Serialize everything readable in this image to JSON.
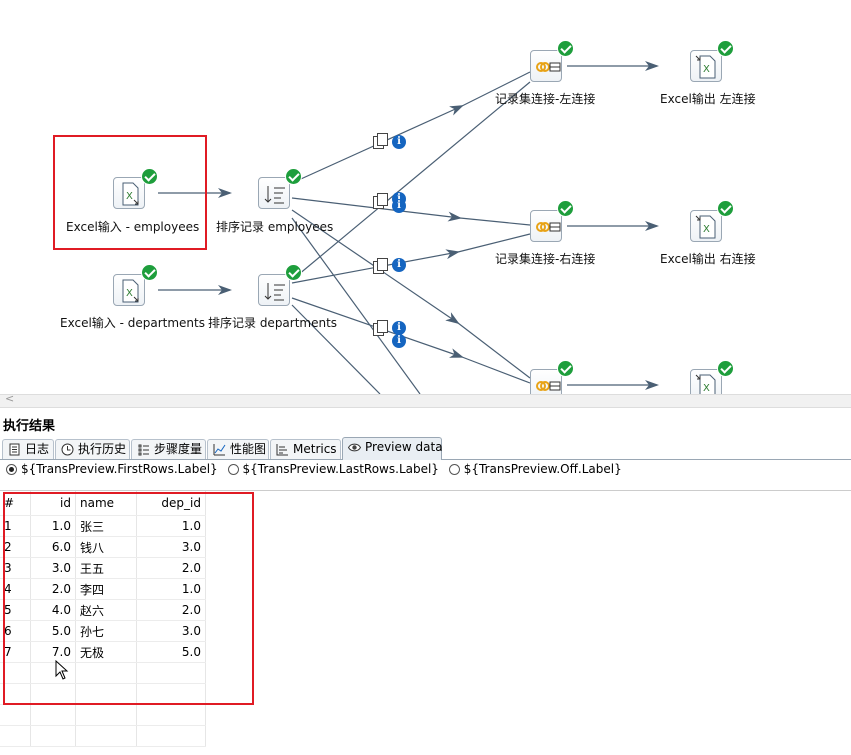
{
  "canvas": {
    "steps": [
      {
        "id": "excel-in-emp",
        "label": "Excel输入 - employees",
        "kind": "excel-in"
      },
      {
        "id": "excel-in-dep",
        "label": "Excel输入 - departments",
        "kind": "excel-in"
      },
      {
        "id": "sort-emp",
        "label": "排序记录 employees",
        "kind": "sort"
      },
      {
        "id": "sort-dep",
        "label": "排序记录  departments",
        "kind": "sort"
      },
      {
        "id": "join-left",
        "label": "记录集连接-左连接",
        "kind": "join"
      },
      {
        "id": "join-right",
        "label": "记录集连接-右连接",
        "kind": "join"
      },
      {
        "id": "join-full",
        "label": "",
        "kind": "join"
      },
      {
        "id": "excel-out-left",
        "label": "Excel输出 左连接",
        "kind": "excel-out"
      },
      {
        "id": "excel-out-right",
        "label": "Excel输出 右连接",
        "kind": "excel-out"
      },
      {
        "id": "excel-out-full",
        "label": "",
        "kind": "excel-out"
      }
    ],
    "status_color": "#1e9e3c",
    "selection_color": "#e01b24"
  },
  "results": {
    "title": "执行结果",
    "tabs": [
      {
        "label": "日志",
        "icon": "log-icon"
      },
      {
        "label": "执行历史",
        "icon": "history-icon"
      },
      {
        "label": "步骤度量",
        "icon": "step-metrics-icon"
      },
      {
        "label": "性能图",
        "icon": "performance-chart-icon"
      },
      {
        "label": "Metrics",
        "icon": "metrics-icon"
      },
      {
        "label": "Preview data",
        "icon": "eye-icon"
      }
    ],
    "active_tab": "Preview data",
    "radio_options": [
      {
        "label": "${TransPreview.FirstRows.Label}",
        "checked": true
      },
      {
        "label": "${TransPreview.LastRows.Label}",
        "checked": false
      },
      {
        "label": "${TransPreview.Off.Label}",
        "checked": false
      }
    ],
    "grid": {
      "columns": [
        "#",
        "id",
        "name",
        "dep_id"
      ],
      "rows": [
        [
          "1",
          "1.0",
          "张三",
          "1.0"
        ],
        [
          "2",
          "6.0",
          "钱八",
          "3.0"
        ],
        [
          "3",
          "3.0",
          "王五",
          "2.0"
        ],
        [
          "4",
          "2.0",
          "李四",
          "1.0"
        ],
        [
          "5",
          "4.0",
          "赵六",
          "2.0"
        ],
        [
          "6",
          "5.0",
          "孙七",
          "3.0"
        ],
        [
          "7",
          "7.0",
          "无极",
          "5.0"
        ]
      ]
    }
  }
}
